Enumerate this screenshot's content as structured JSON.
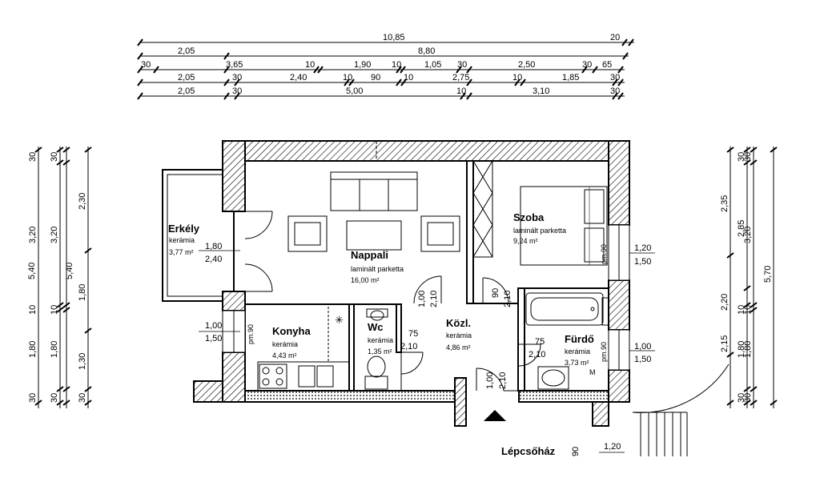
{
  "dimensions": {
    "top": {
      "total": "10,85",
      "total_end": "20",
      "row2": [
        "2,05",
        "8,80"
      ],
      "row3": [
        "30",
        "3,65",
        "10",
        "1,90",
        "10",
        "1,05",
        "30",
        "2,50",
        "30",
        "65"
      ],
      "row4": [
        "2,05",
        "30",
        "2,40",
        "10",
        "90",
        "10",
        "2,75",
        "10",
        "1,85",
        "30"
      ],
      "row5": [
        "2,05",
        "30",
        "5,00",
        "10",
        "3,10",
        "30"
      ]
    },
    "left": {
      "col1": [
        "5,40"
      ],
      "col2": [
        "30",
        "3,20",
        "10",
        "1,80",
        "30"
      ],
      "col3": [
        "30",
        "3,20",
        "5,40",
        "10",
        "1,80",
        "30"
      ],
      "col4": [
        "2,30",
        "1,80",
        "1,30",
        "30"
      ]
    },
    "right": {
      "col1": [
        "2,35",
        "2,20",
        "2,15"
      ],
      "col2": [
        "30",
        "2,85",
        "10",
        "1,80",
        "30"
      ],
      "col3": [
        "30",
        "3,20",
        "10",
        "1,80",
        "30"
      ],
      "col4": [
        "5,70"
      ]
    },
    "openings": {
      "balcony_door_w": "1,80",
      "balcony_door_h": "2,40",
      "kitchen_win_w": "1,00",
      "kitchen_win_h": "1,50",
      "kitchen_parapet": "pm.90",
      "living_door_w": "1,00",
      "living_door_h": "2,10",
      "bedroom_door_w": "90",
      "bedroom_door_h": "2,10",
      "wc_door_w": "75",
      "wc_door_h": "2,10",
      "bath_door_w": "75",
      "bath_door_h": "2,10",
      "entry_door_w": "1,00",
      "entry_door_h": "2,10",
      "bedroom_win_w": "1,20",
      "bedroom_win_h": "1,50",
      "bedroom_parapet": "pm.90",
      "bath_win_w": "1,00",
      "bath_win_h": "1,50",
      "bath_parapet": "pm.90",
      "stair_win_w": "1,20",
      "stair_parapet": "90"
    }
  },
  "rooms": {
    "erkely": {
      "name": "Erkély",
      "floor": "kerámia",
      "area": "3,77 m²"
    },
    "nappali": {
      "name": "Nappali",
      "floor": "laminált parketta",
      "area": "16,00 m²"
    },
    "szoba": {
      "name": "Szoba",
      "floor": "laminált parketta",
      "area": "9,24 m²"
    },
    "konyha": {
      "name": "Konyha",
      "floor": "kerámia",
      "area": "4,43 m²"
    },
    "wc": {
      "name": "Wc",
      "floor": "kerámia",
      "area": "1,35 m²"
    },
    "kozl": {
      "name": "Közl.",
      "floor": "kerámia",
      "area": "4,86 m²"
    },
    "furdo": {
      "name": "Fürdő",
      "floor": "kerámia",
      "area": "3,73 m²"
    },
    "lepcsohaz": {
      "name": "Lépcsőház"
    }
  },
  "symbols": {
    "vent": "M",
    "star": "✳"
  }
}
